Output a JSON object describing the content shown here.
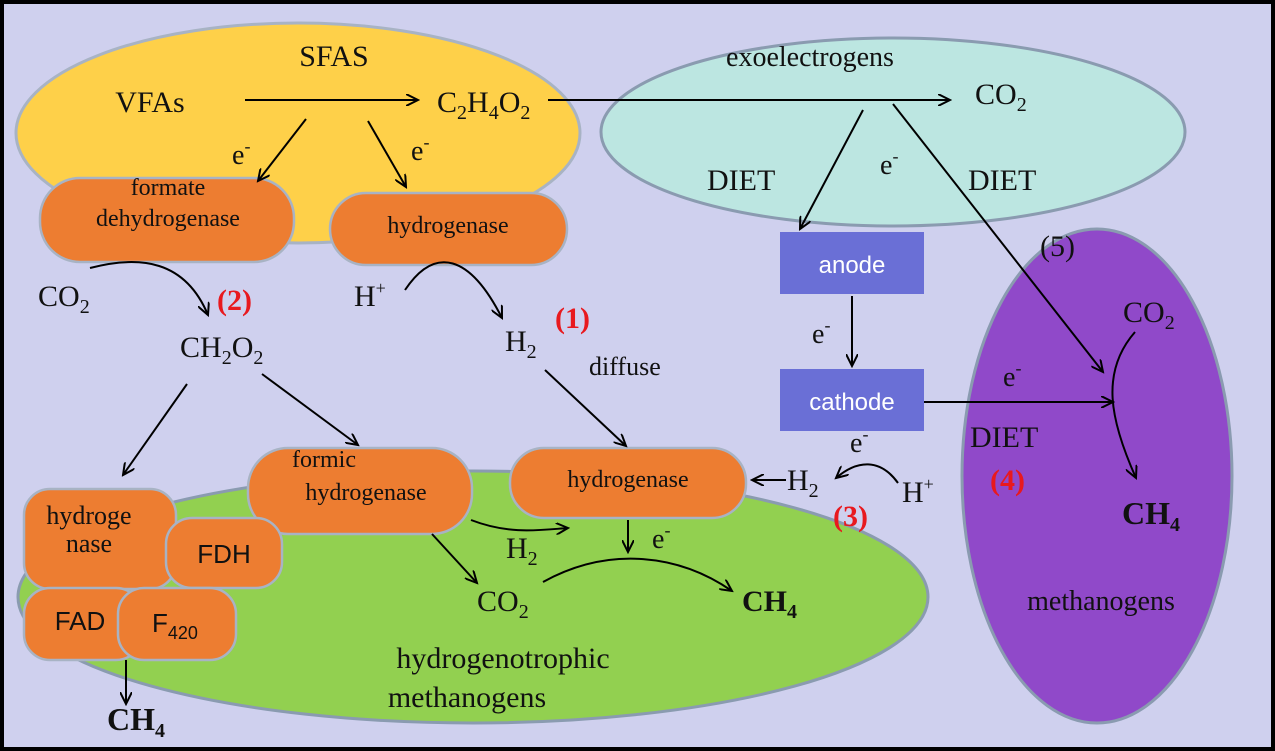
{
  "labels": {
    "sfas": "SFAS",
    "vfas": "VFAs",
    "acetic_main": "C",
    "acetic_h": "H",
    "acetic_o": "O",
    "sub_2": "2",
    "sub_4": "4",
    "sub_420": "420",
    "exoelectrogens": "exoelectrogens",
    "co2_main": "CO",
    "diet": "DIET",
    "e_minus": "e",
    "minus": "-",
    "plus": "+",
    "formate_dehydrogenase_1": "formate",
    "formate_dehydrogenase_2": "dehydrogenase",
    "hydrogenase": "hydrogenase",
    "h_plus": "H",
    "h2_main": "H",
    "ch2o2_main": "CH",
    "ch2o2_o": "O",
    "diffuse": "diffuse",
    "anode": "anode",
    "cathode": "cathode",
    "formic_hydrogenase_1": "formic",
    "formic_hydrogenase_2": "hydrogenase",
    "hydroge_nase_1": "hydroge",
    "hydroge_nase_2": "nase",
    "fdh": "FDH",
    "fad": "FAD",
    "f420_main": "F",
    "ch4_main": "CH",
    "hydrogenotrophic_1": "hydrogenotrophic",
    "hydrogenotrophic_2": "methanogens",
    "methanogens": "methanogens",
    "route_1": "(1)",
    "route_2": "(2)",
    "route_3": "(3)",
    "route_4": "(4)",
    "route_5": "(5)"
  },
  "colors": {
    "background": "#cfd0ee",
    "border": "#000000",
    "sfas_cloud": "#fed049",
    "exoelectrogens_cloud": "#bce6e1",
    "methanogens_cloud": "#9049c9",
    "hydrogenotrophic_cloud": "#92d050",
    "enzyme": "#ed7d31",
    "electrode": "#6a6fd6",
    "route_label": "#e8191e"
  }
}
